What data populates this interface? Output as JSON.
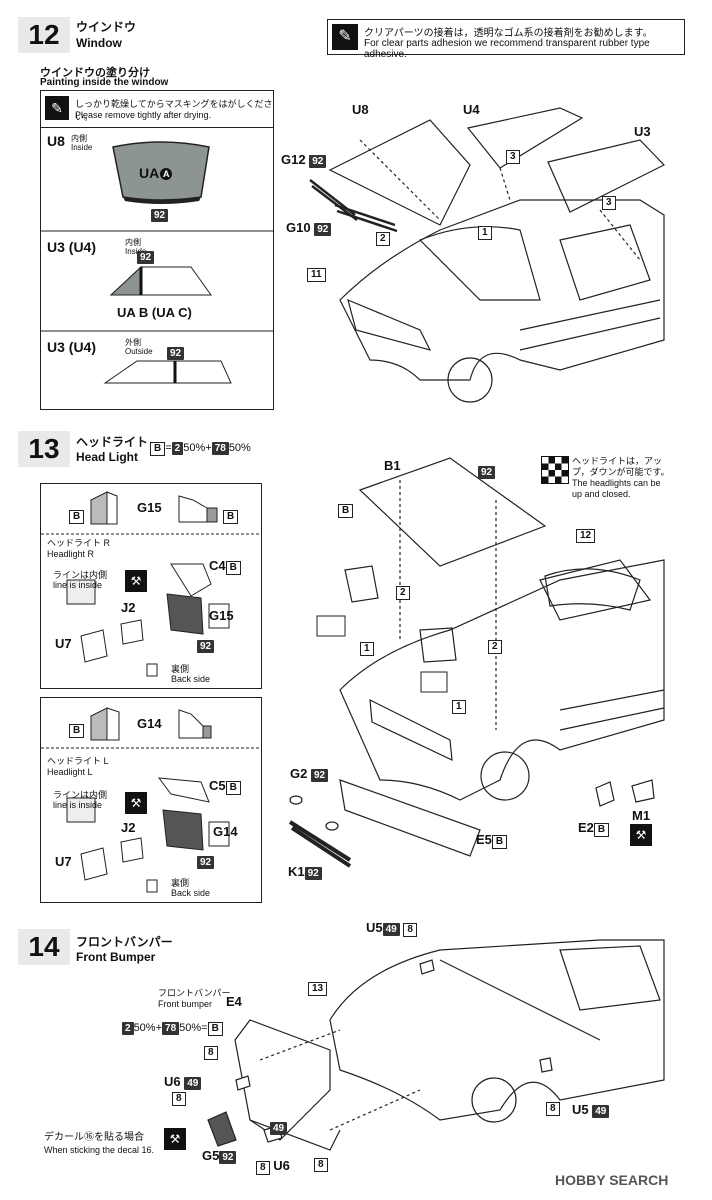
{
  "step12": {
    "number": "12",
    "title_jp": "ウインドウ",
    "title_en": "Window",
    "note_jp": "クリアパーツの接着は，透明なゴム系の接着剤をお勧めします。",
    "note_en": "For clear parts adhesion we recommend transparent rubber type adhesive.",
    "paint_title_jp": "ウインドウの塗り分け",
    "paint_title_en": "Painting inside the window",
    "mask_note_jp": "しっかり乾燥してからマスキングをはがしください。",
    "mask_note_en": "Please remove tightly after drying.",
    "u8_label": "U8",
    "u8_side_jp": "内側",
    "u8_side_en": "Inside",
    "ua_a": "UA",
    "ua_a_mark": "A",
    "c92": "92",
    "u3u4_label": "U3 (U4)",
    "u3u4_inside_jp": "内側",
    "u3u4_inside_en": "Inside",
    "uab_uac": "UA B (UA C)",
    "u3u4_outside_jp": "外側",
    "u3u4_outside_en": "Outside",
    "parts": {
      "u8": "U8",
      "u4": "U4",
      "u3": "U3",
      "g12": "G12",
      "g10": "G10",
      "n11": "11",
      "n1": "1",
      "n2": "2",
      "n3a": "3",
      "n3b": "3"
    }
  },
  "step13": {
    "number": "13",
    "title_jp": "ヘッドライト",
    "title_en": "Head Light",
    "formula_b": "B",
    "formula_eq": "=",
    "formula_2": "2",
    "formula_mid": "50%+",
    "formula_78": "78",
    "formula_end": "50%",
    "updown_jp": "ヘッドライトは，アップ，ダウンが可能です。",
    "updown_en": "The headlights can be up and closed.",
    "right_box": {
      "b_left": "B",
      "g15": "G15",
      "b_right": "B",
      "headlight_jp": "ヘッドライト R",
      "headlight_en": "Headlight R",
      "c4": "C4",
      "c4b": "B",
      "line_jp": "ラインは内側",
      "line_en": "line is inside",
      "j2": "J2",
      "g15b": "G15",
      "u7": "U7",
      "c92": "92",
      "back_jp": "裏側",
      "back_en": "Back side"
    },
    "left_box": {
      "b_left": "B",
      "g14": "G14",
      "headlight_jp": "ヘッドライト L",
      "headlight_en": "Headlight L",
      "c5": "C5",
      "c5b": "B",
      "line_jp": "ラインは内側",
      "line_en": "line is inside",
      "j2": "J2",
      "g14b": "G14",
      "u7": "U7",
      "c92": "92",
      "back_jp": "裏側",
      "back_en": "Back side"
    },
    "parts": {
      "b1": "B1",
      "b": "B",
      "c92": "92",
      "n12": "12",
      "n1a": "1",
      "n1b": "1",
      "n2a": "2",
      "n2b": "2",
      "g2": "G2",
      "k1": "K1",
      "e5": "E5",
      "e5b": "B",
      "e2": "E2",
      "e2b": "B",
      "m1": "M1"
    }
  },
  "step14": {
    "number": "14",
    "title_jp": "フロントバンパー",
    "title_en": "Front Bumper",
    "bumper_jp": "フロントバンパー",
    "bumper_en": "Front bumper",
    "e4": "E4",
    "formula": "50%+",
    "formula_end": "50%=",
    "formula_2": "2",
    "formula_78": "78",
    "formula_b": "B",
    "decal_jp": "デカール⑯を貼る場合",
    "decal_en": "When sticking the decal 16.",
    "parts": {
      "u5a": "U5",
      "u5b": "U5",
      "c49": "49",
      "c8": "8",
      "n13": "13",
      "u6a": "U6",
      "u6b": "U6",
      "g5": "G5",
      "c92": "92"
    }
  },
  "watermark": "HOBBY SEARCH"
}
